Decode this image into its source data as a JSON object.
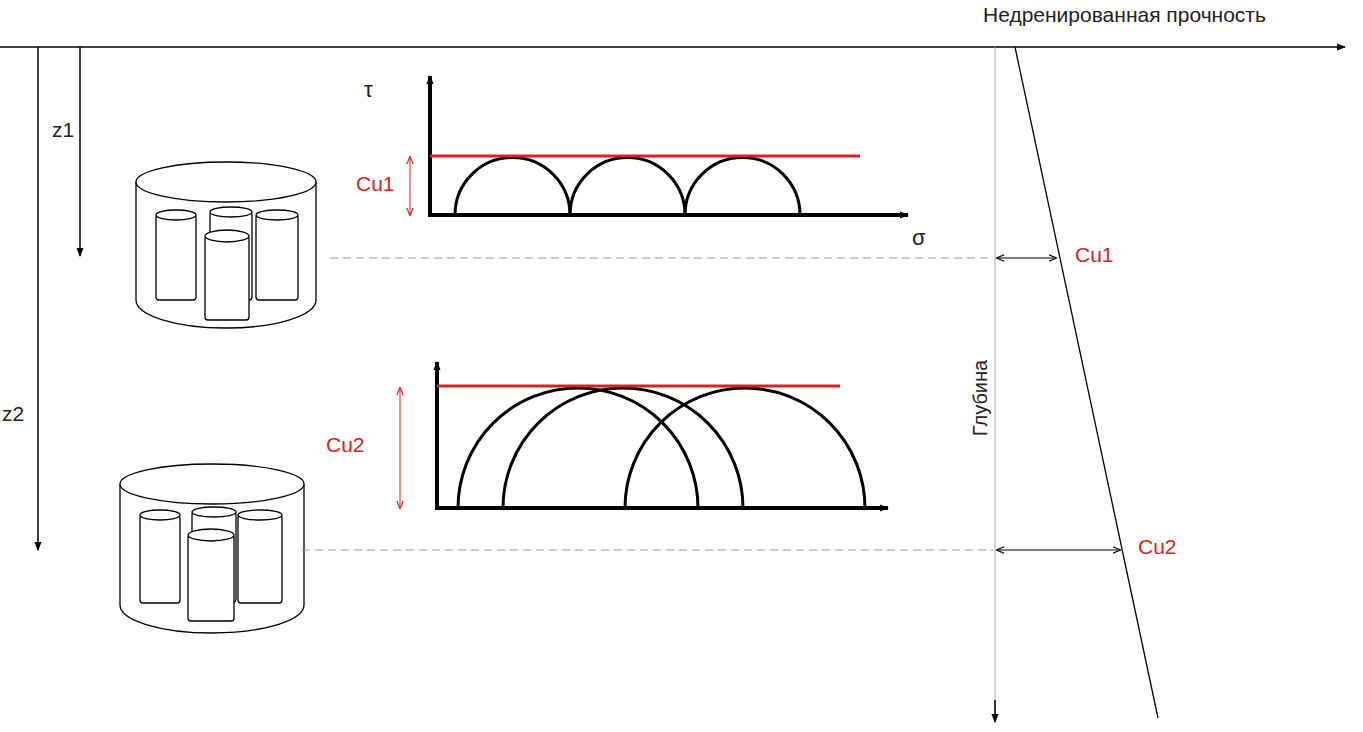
{
  "diagram": {
    "labels": [
      "Недренированная прочность",
      "z1",
      "z2",
      "τ",
      "Cu1",
      "σ",
      "Cu2",
      "Cu1",
      "Cu2",
      "Глубина"
    ]
  }
}
